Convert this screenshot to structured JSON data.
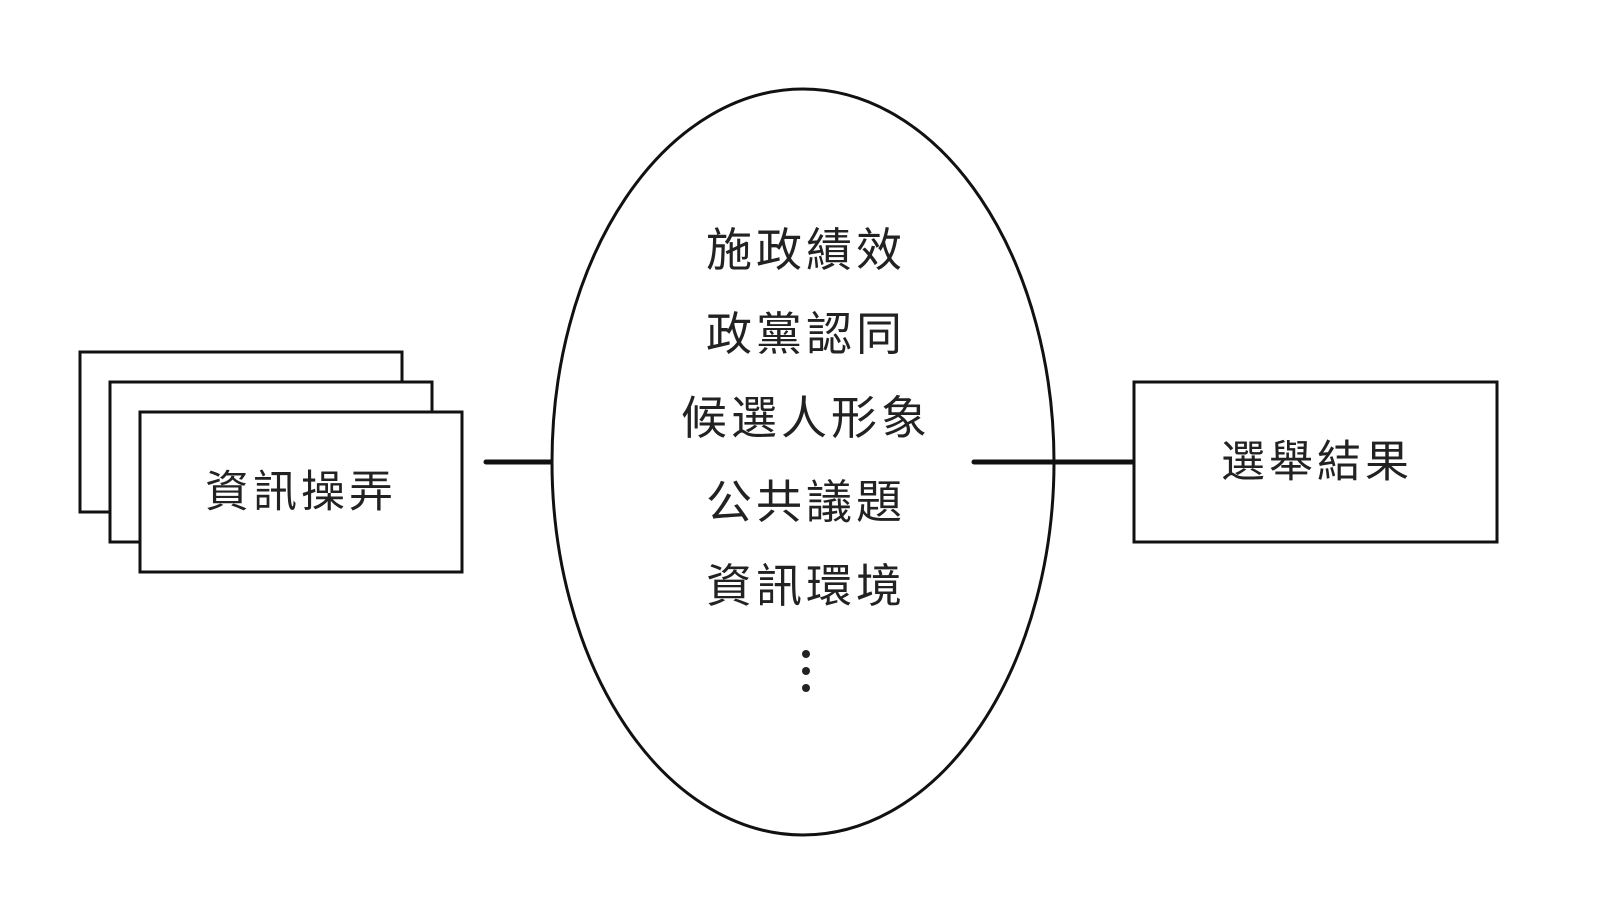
{
  "diagram": {
    "input_box": {
      "label": "資訊操弄"
    },
    "factors": {
      "items": [
        "施政績效",
        "政黨認同",
        "候選人形象",
        "公共議題",
        "資訊環境"
      ],
      "ellipsis": "⋮"
    },
    "output_box": {
      "label": "選舉結果"
    }
  }
}
